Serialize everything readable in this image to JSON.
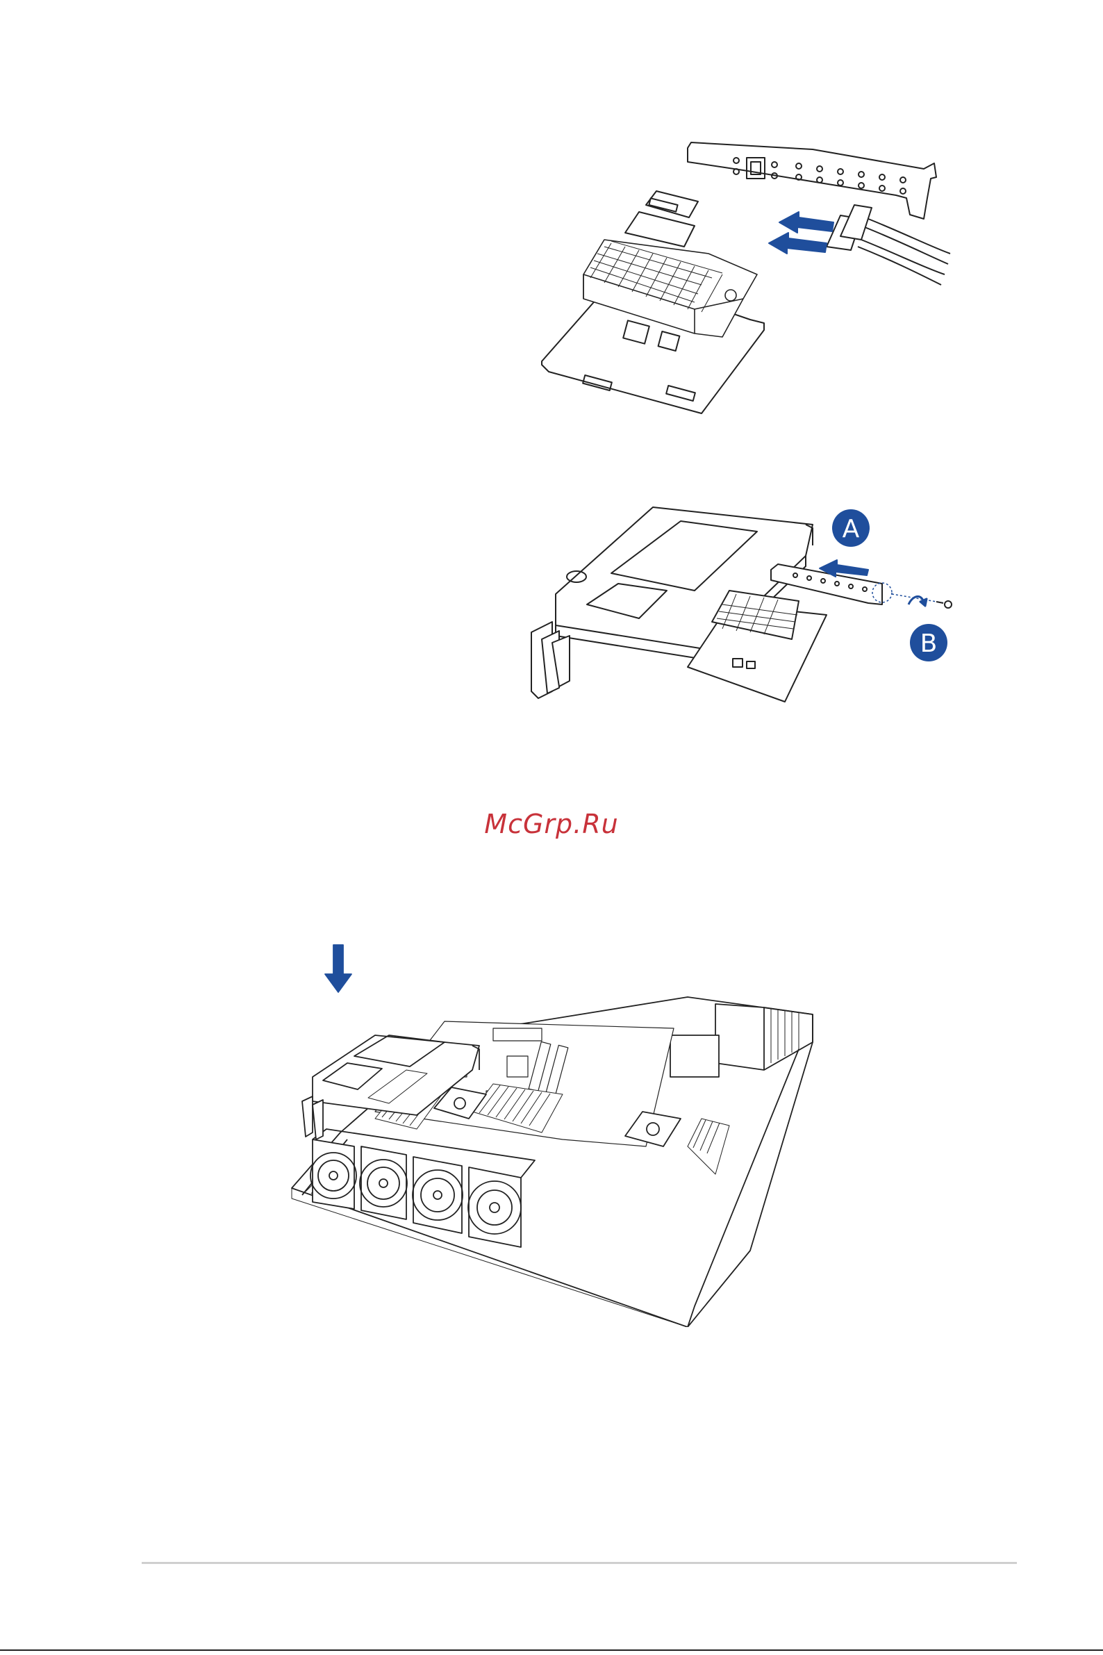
{
  "watermark": {
    "text": "McGrp.Ru",
    "color": "#c8323a"
  },
  "figures": {
    "fig1": {
      "arrow_color": "#1f4e9c"
    },
    "fig2": {
      "callout_a": "A",
      "callout_b": "B",
      "callout_color": "#1f4e9c"
    },
    "fig3": {
      "arrow_color": "#1f4e9c"
    }
  }
}
